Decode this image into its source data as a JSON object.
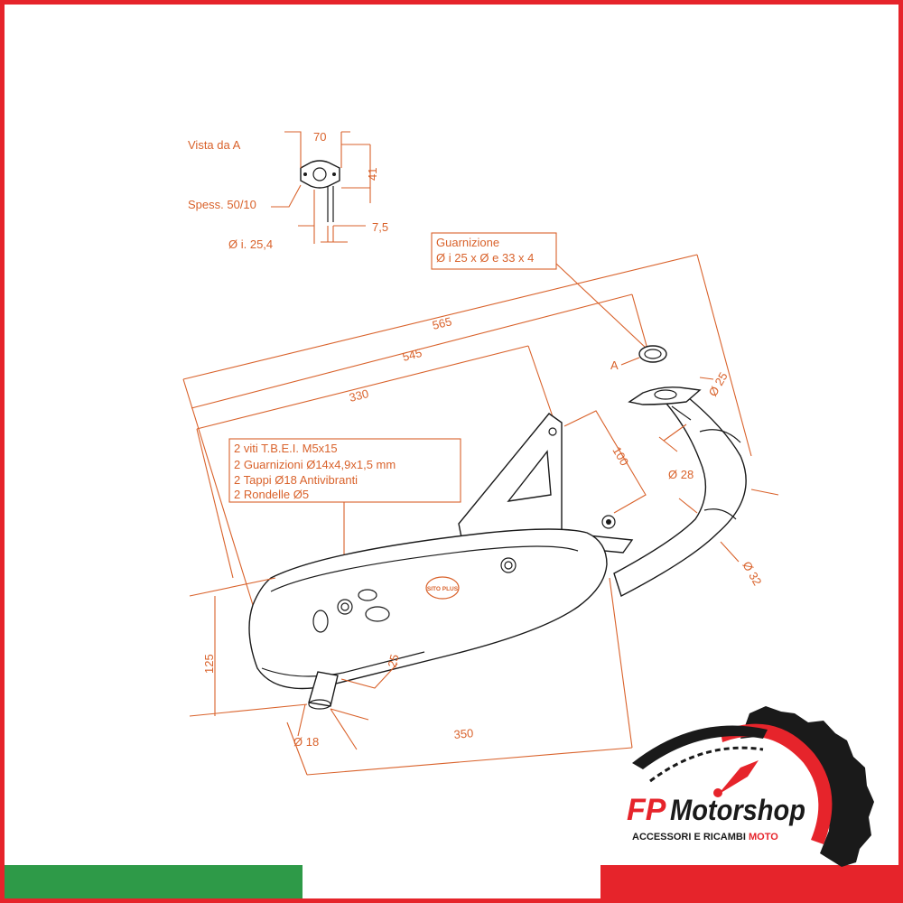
{
  "colors": {
    "frame": "#e6242b",
    "dimension": "#d9622b",
    "line_art": "#1a1a1a",
    "flag_green": "#2e9a48",
    "flag_white": "#ffffff",
    "flag_red": "#e6242b",
    "logo_dark": "#1a1a1a",
    "logo_red": "#e6242b"
  },
  "view_a": {
    "title": "Vista da   A",
    "thickness": "Spess. 50/10",
    "inner_diameter": "Ø i. 25,4",
    "width": "70",
    "height": "41",
    "offset": "7,5"
  },
  "gasket_note": {
    "line1": "Guarnizione",
    "line2": "Ø i 25 x Ø e 33 x 4"
  },
  "kit_note": {
    "line1": "2 viti T.B.E.I. M5x15",
    "line2": "2 Guarnizioni Ø14x4,9x1,5 mm",
    "line3": "2 Tappi Ø18 Antivibranti",
    "line4": "2 Rondelle Ø5"
  },
  "dimensions": {
    "overall_565": "565",
    "overall_545": "545",
    "mount_330": "330",
    "bracket_100": "100",
    "body_350": "350",
    "body_125": "125",
    "outlet_25": "25",
    "tail_d18": "Ø 18",
    "pipe_d25": "Ø 25",
    "pipe_d28": "Ø 28",
    "pipe_d32": "Ø 32",
    "view_marker": "A"
  },
  "brand_badge": "SITO PLUS",
  "logo": {
    "fp": "FP",
    "motorshop": "Motorshop",
    "tagline_main": "ACCESSORI E RICAMBI ",
    "tagline_accent": "MOTO"
  }
}
